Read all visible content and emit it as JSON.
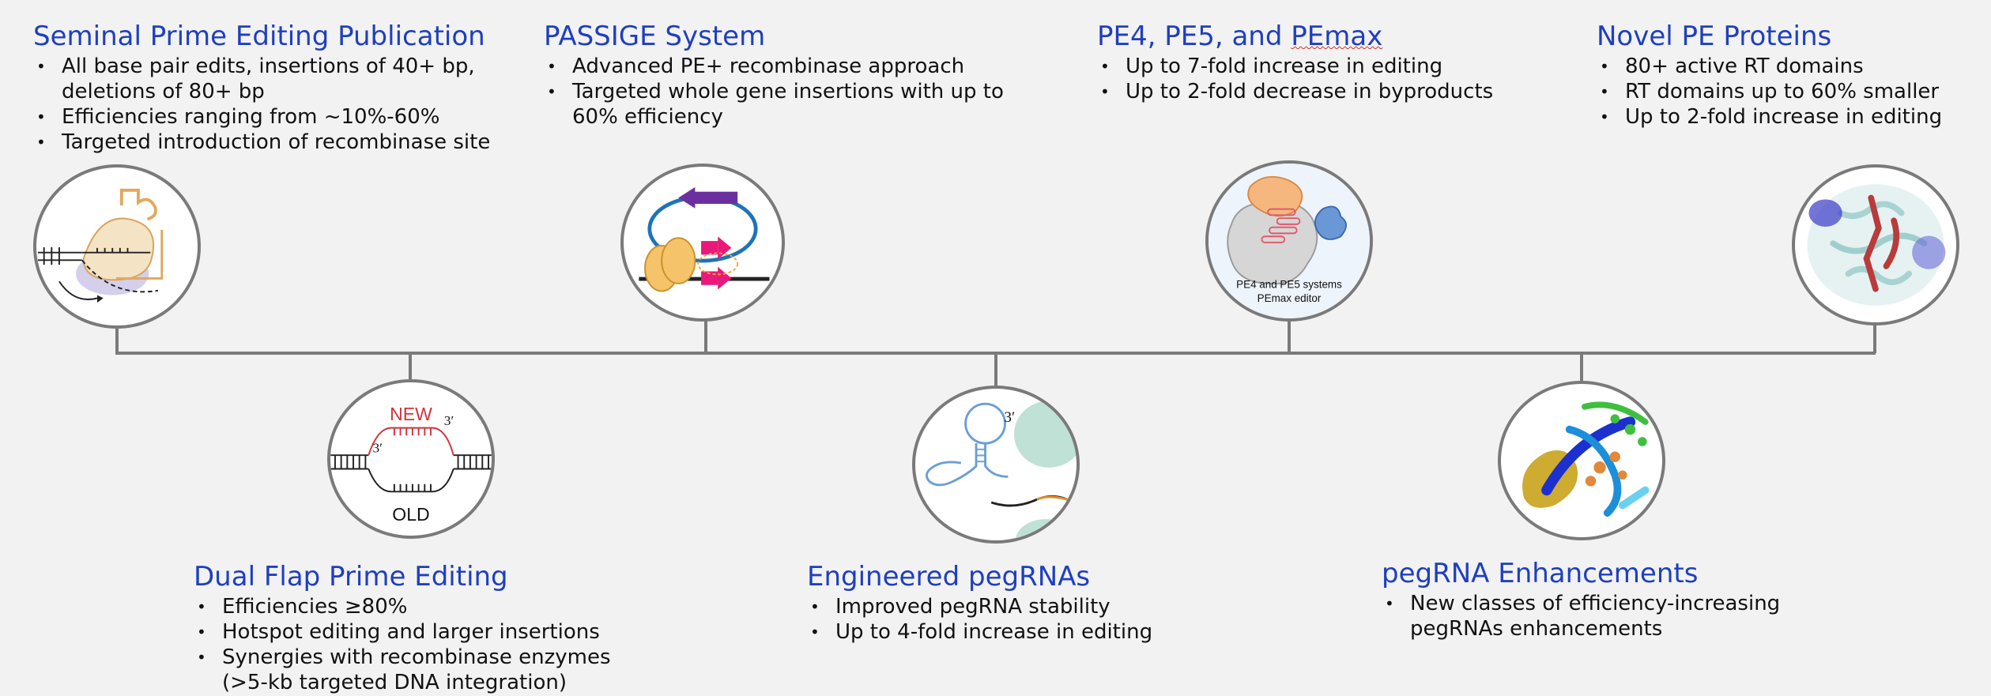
{
  "milestones_top": [
    {
      "title": "Seminal Prime Editing Publication",
      "bullets": [
        "All base pair edits, insertions of 40+ bp, deletions of 80+ bp",
        "Efficiencies ranging from ~10%-60%",
        "Targeted introduction of recombinase site"
      ]
    },
    {
      "title": "PASSIGE System",
      "bullets": [
        "Advanced PE+ recombinase approach",
        "Targeted whole gene insertions with up to 60% efficiency"
      ]
    },
    {
      "title_parts": [
        "PE4, PE5, and ",
        "PEmax"
      ],
      "bullets": [
        "Up to 7-fold increase in editing",
        "Up to 2-fold decrease in byproducts"
      ]
    },
    {
      "title": "Novel PE Proteins",
      "bullets": [
        "80+ active RT domains",
        "RT domains up to 60% smaller",
        "Up to 2-fold increase in editing"
      ]
    }
  ],
  "milestones_bottom": [
    {
      "title": "Dual Flap Prime Editing",
      "bullets": [
        "Efficiencies ≥80%",
        "Hotspot editing and larger insertions",
        "Synergies with recombinase enzymes (>5-kb targeted DNA integration)"
      ]
    },
    {
      "title": "Engineered pegRNAs",
      "bullets": [
        "Improved pegRNA stability",
        "Up to 4-fold increase in editing"
      ]
    },
    {
      "title": "pegRNA Enhancements",
      "bullets": [
        "New classes of efficiency-increasing pegRNAs enhancements"
      ]
    }
  ],
  "icon_labels": {
    "dual_flap_new": "NEW",
    "dual_flap_old": "OLD",
    "three_prime": "3′",
    "pe4_line1": "PE4 and PE5 systems",
    "pe4_line2": "PEmax editor"
  },
  "colors": {
    "title": "#1f3fbf",
    "line": "#7a7a7a",
    "new_label": "#d0343a"
  }
}
